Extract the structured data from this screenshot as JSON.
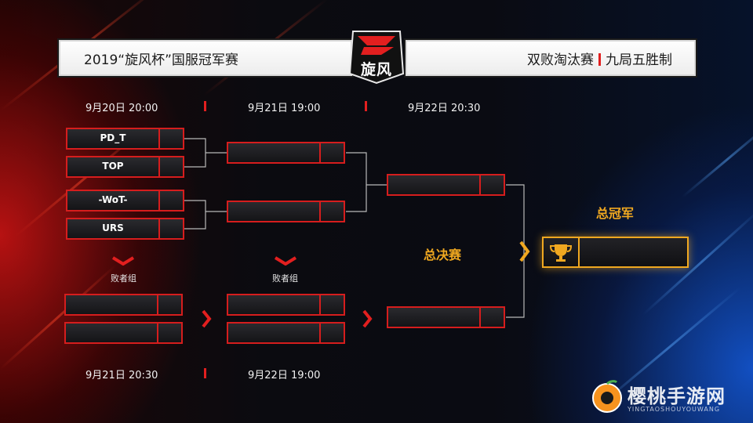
{
  "header": {
    "title": "2019“旋风杯”国服冠军赛",
    "format_left": "双败淘汰赛",
    "format_right": "九局五胜制",
    "logo_text": "旋风"
  },
  "schedule_top": [
    "9月20日 20:00",
    "9月21日 19:00",
    "9月22日 20:30"
  ],
  "schedule_bottom": [
    "9月21日 20:30",
    "9月22日 19:00"
  ],
  "upper_bracket": {
    "round1": [
      "PD_T",
      "TOP",
      "-WoT-",
      "URS"
    ],
    "round2": [
      "",
      "",
      "",
      ""
    ],
    "round3": [
      "",
      ""
    ]
  },
  "lower_bracket": {
    "label": "败者组",
    "round1": [
      "",
      ""
    ],
    "round2": [
      "",
      ""
    ],
    "round3": [
      ""
    ]
  },
  "finals": {
    "label": "总决赛"
  },
  "champion": {
    "label": "总冠军",
    "name": "",
    "icon": "trophy-icon"
  },
  "watermark": {
    "text": "樱桃手游网",
    "sub": "YINGTAOSHOUYOUWANG"
  },
  "colors": {
    "accent_red": "#d61d1d",
    "accent_gold": "#f0a820"
  }
}
